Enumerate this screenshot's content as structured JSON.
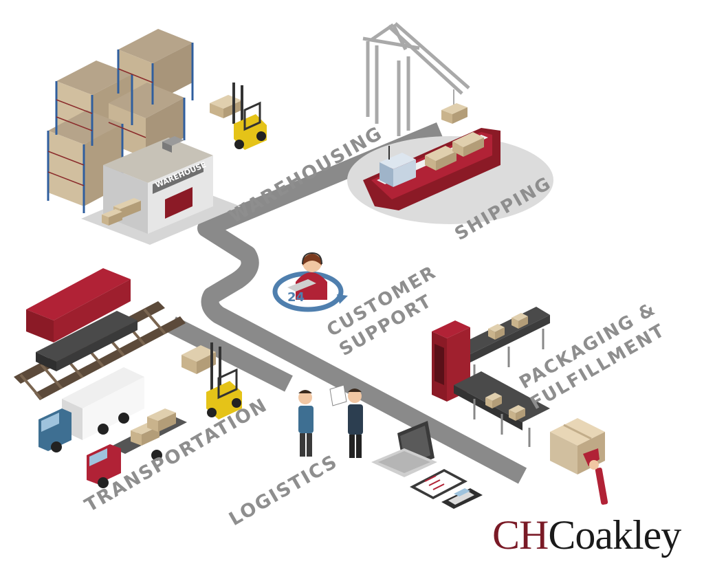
{
  "labels": {
    "warehousing": "WAREHOUSING",
    "shipping": "SHIPPING",
    "customer": "CUSTOMER",
    "support": "SUPPORT",
    "packaging": "PACKAGING &",
    "fulfillment": "FULFILLMENT",
    "transportation": "TRANSPORTATION",
    "logistics": "LOGISTICS"
  },
  "signs": {
    "warehouse": "WAREHOUSE",
    "hours": "24"
  },
  "brand": {
    "prefix": "CH",
    "name": "Coakley"
  },
  "colors": {
    "road": "#8a8a8a",
    "road_edge": "#ffffff",
    "label": "#8e8e8e",
    "brand_red": "#7a1a26",
    "ship_hull": "#8b1a26",
    "box": "#d8c5a8"
  },
  "icons": [
    "warehouse-icon",
    "forklift-icon",
    "crane-icon",
    "cargo-ship-icon",
    "call-center-agent-icon",
    "train-car-icon",
    "truck-icon",
    "conveyor-icon",
    "business-people-icon",
    "laptop-icon",
    "clipboard-icon",
    "calculator-icon",
    "box-icon"
  ]
}
